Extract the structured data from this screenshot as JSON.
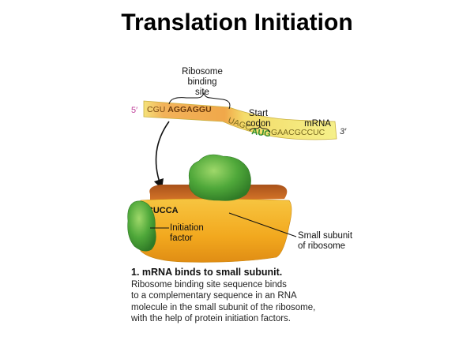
{
  "title": "Translation Initiation",
  "labels": {
    "rbs_line1": "Ribosome",
    "rbs_line2": "binding",
    "rbs_line3": "site",
    "start_line1": "Start",
    "start_line2": "codon",
    "mrna": "mRNA",
    "five_prime": "5′",
    "three_prime": "3′",
    "init_line1": "Initiation",
    "init_line2": "factor",
    "subunit_line1": "Small subunit",
    "subunit_line2": "of ribosome"
  },
  "mrna_sequence": {
    "lead": "CGU",
    "rbs": "AGGAGGU",
    "spacer": "UAGC",
    "start": "AUG",
    "tail": "GAACGCCUC"
  },
  "rrna_sequence": "UCCUCCA",
  "caption": {
    "step": "1. mRNA binds to small subunit.",
    "line1": "Ribosome binding site sequence binds",
    "line2": "to a complementary sequence in an RNA",
    "line3": "molecule in the small subunit of the ribosome,",
    "line4": "with the help of protein initiation factors."
  },
  "colors": {
    "mrna_band": "#f3e97a",
    "mrna_rbs": "#f0a84a",
    "start_codon": "#2f8f2f",
    "subunit": "#f2a81e",
    "subunit_top": "#c9671e",
    "factor_green": "#4fa83a",
    "five_prime": "#c0409a"
  }
}
